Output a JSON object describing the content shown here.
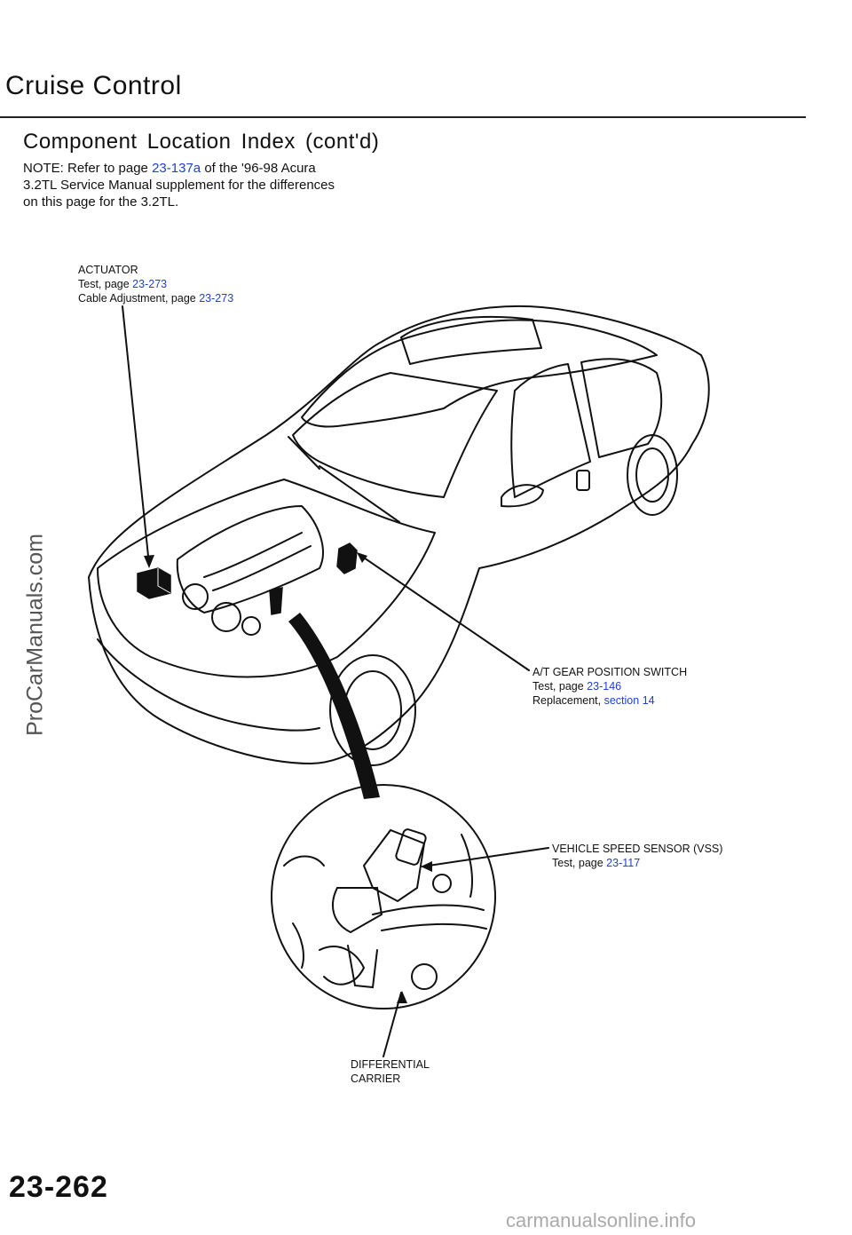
{
  "page": {
    "title": "Cruise Control",
    "subtitle": "Component Location Index (cont'd)",
    "note": {
      "prefix": "NOTE:  Refer to page",
      "link": "23-137a",
      "middle": "of the '96-98 Acura",
      "line2": "3.2TL Service Manual supplement for the differences",
      "line3": "on this page for the 3.2TL."
    },
    "page_number": "23-262",
    "watermark": "ProCarManuals.com",
    "footer_watermark": "carmanualsonline.info"
  },
  "callouts": {
    "actuator": {
      "name": "ACTUATOR",
      "test_text": "Test, page",
      "test_link": "23-273",
      "cable_text": "Cable Adjustment, page",
      "cable_link": "23-273"
    },
    "gear_switch": {
      "name": "A/T GEAR POSITION SWITCH",
      "test_text": "Test, page",
      "test_link": "23-146",
      "repl_text": "Replacement,",
      "repl_link": "section 14"
    },
    "vss": {
      "name": "VEHICLE SPEED SENSOR (VSS)",
      "test_text": "Test, page",
      "test_link": "23-117"
    },
    "diff": {
      "line1": "DIFFERENTIAL",
      "line2": "CARRIER"
    }
  },
  "colors": {
    "link": "#2040d0",
    "text": "#111111"
  }
}
